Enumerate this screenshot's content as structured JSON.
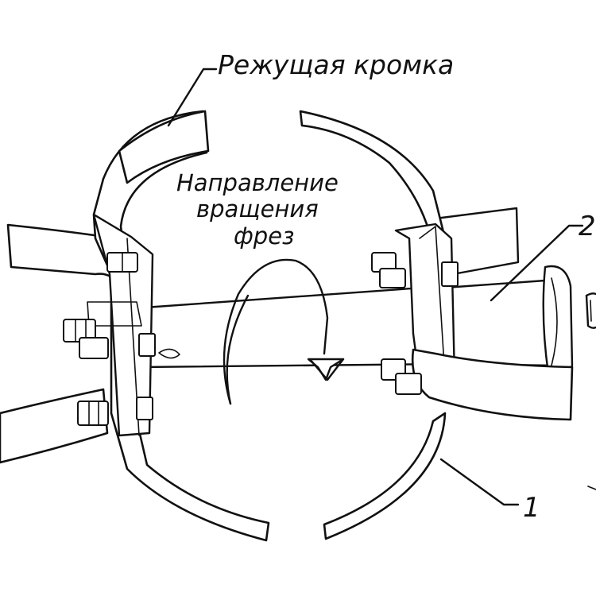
{
  "labels": {
    "cutting_edge": "Режущая кромка",
    "rotation_line1": "Направление",
    "rotation_line2": "вращения",
    "rotation_line3": "фрез",
    "callout_1": "1",
    "callout_2": "2"
  }
}
